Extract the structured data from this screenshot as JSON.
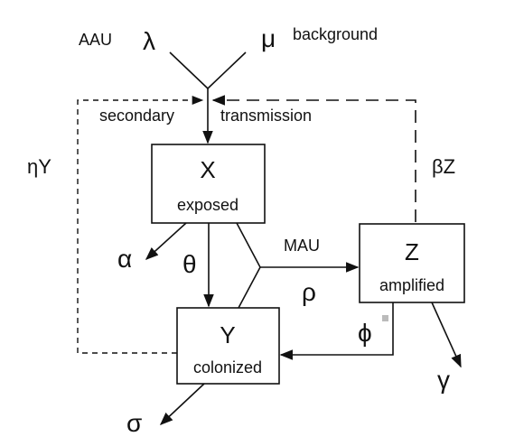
{
  "labels": {
    "aau": "AAU",
    "lambda": "λ",
    "mu": "μ",
    "background": "background",
    "secondary": "secondary",
    "transmission": "transmission",
    "eta_y": "ηY",
    "beta_z": "βZ",
    "alpha": "α",
    "theta": "θ",
    "mau": "MAU",
    "rho": "ρ",
    "phi": "ϕ",
    "gamma": "γ",
    "sigma": "σ"
  },
  "nodes": {
    "x": {
      "letter": "X",
      "name": "exposed"
    },
    "y": {
      "letter": "Y",
      "name": "colonized"
    },
    "z": {
      "letter": "Z",
      "name": "amplified"
    }
  },
  "colors": {
    "stroke": "#111111",
    "marker": "#bbbbbb"
  }
}
